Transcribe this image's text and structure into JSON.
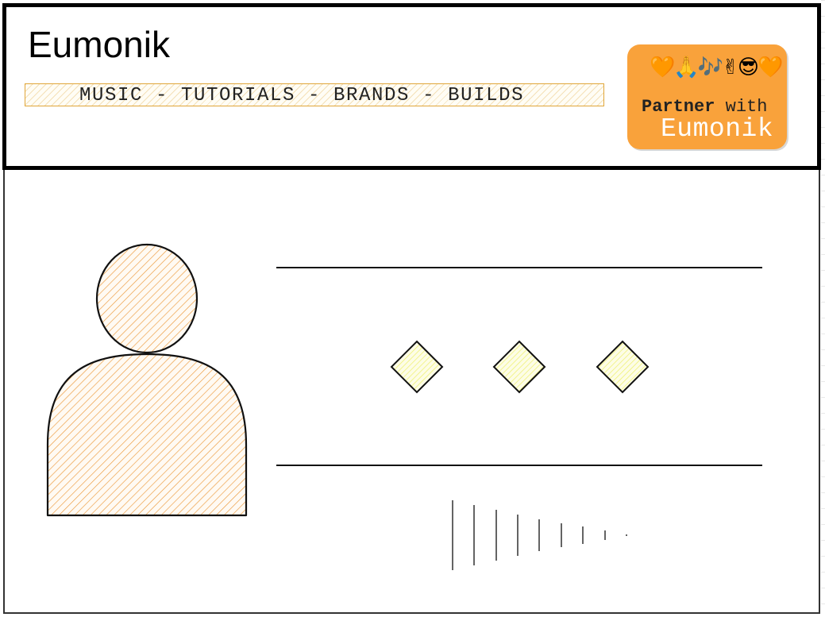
{
  "header": {
    "site_title": "Eumonik",
    "tagline": "MUSIC - TUTORIALS - BRANDS - BUILDS",
    "partner_badge": {
      "emoji": "🧡🙏🎶✌😎🧡",
      "line1_bold": "Partner",
      "line1_rest": " with",
      "line2": "Eumonik",
      "background": "#f9a23b"
    }
  },
  "placeholder": {
    "avatar_icon": "person-silhouette-icon",
    "avatar_fill": "#f0a040",
    "rating_icon": "diamond-icon",
    "rating_fill": "#f2f57a",
    "signal_icon": "descending-bars-icon"
  }
}
